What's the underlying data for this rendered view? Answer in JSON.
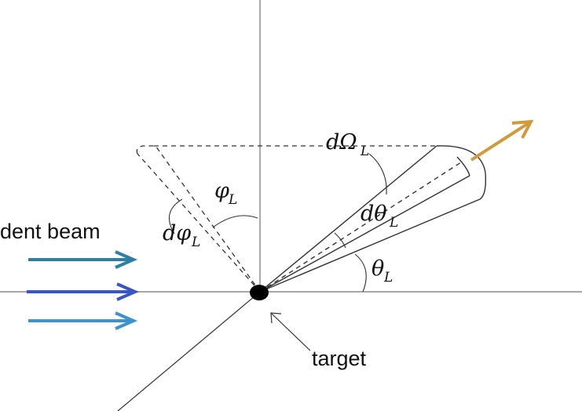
{
  "labels": {
    "incident_beam": "dent   beam",
    "target": "target"
  },
  "symbols": {
    "phi": {
      "base": "φ",
      "sub": "L"
    },
    "dphi": {
      "base": "dφ",
      "sub": "L"
    },
    "theta": {
      "base": "θ",
      "sub": "L"
    },
    "dtheta": {
      "base": "dθ",
      "sub": "L"
    },
    "domega": {
      "base": "dΩ",
      "sub": "L"
    }
  },
  "colors": {
    "beam_arrow_1": "#2d7fa6",
    "beam_arrow_2": "#3a56c4",
    "beam_arrow_3": "#3c93cf",
    "scattered_arrow": "#d19a3a",
    "lines": "#333333",
    "axes": "#888888"
  }
}
